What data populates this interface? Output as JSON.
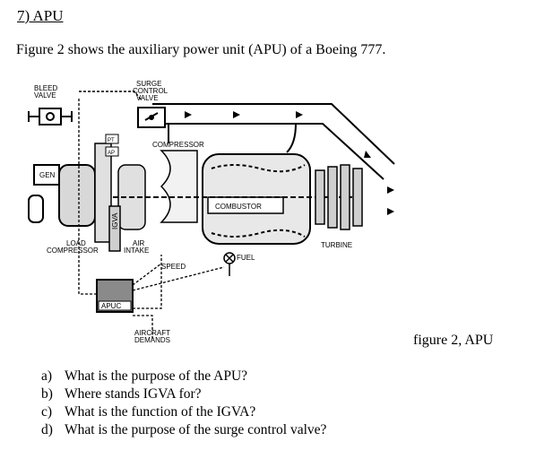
{
  "heading": "7) APU",
  "intro": "Figure 2  shows the  auxiliary power unit (APU) of a Boeing 777.",
  "diagram": {
    "labels": {
      "bleed_valve_line1": "BLEED",
      "bleed_valve_line2": "VALVE",
      "surge_line1": "SURGE",
      "surge_line2": "CONTROL",
      "surge_line3": "VALVE",
      "compressor": "COMPRESSOR",
      "gen": "GEN",
      "combustor": "COMBUSTOR",
      "turbine": "TURBINE",
      "fuel": "FUEL",
      "load_line1": "LOAD",
      "load_line2": "COMPRESSOR",
      "air_line1": "AIR",
      "air_line2": "INTAKE",
      "speed": "SPEED",
      "apuc": "APUC",
      "igva": "IGVA",
      "pt": "PT",
      "ap": "AP",
      "aircraft_line1": "AIRCRAFT",
      "aircraft_line2": "DEMANDS"
    }
  },
  "caption": "figure 2, APU",
  "questions": [
    {
      "letter": "a)",
      "text": "What is the purpose of the APU?"
    },
    {
      "letter": "b)",
      "text": "Where stands IGVA for?"
    },
    {
      "letter": "c)",
      "text": "What is the function of the IGVA?"
    },
    {
      "letter": "d)",
      "text": "What is the purpose of the surge control valve?"
    }
  ]
}
